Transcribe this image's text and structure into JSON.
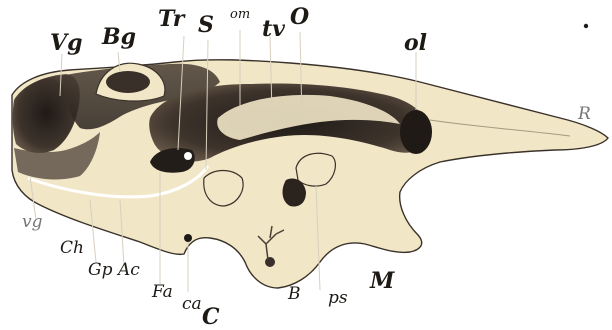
{
  "figure": {
    "labels": {
      "vg": "Vg",
      "bg": "Bg",
      "tr": "Tr",
      "s_top": "S",
      "om": "om",
      "tv": "tv",
      "o": "O",
      "ol": "ol",
      "r": "R",
      "vg_low": "vg",
      "ch": "Ch",
      "gp": "Gp",
      "ac": "Ac",
      "fa": "Fa",
      "ca": "ca",
      "c": "C",
      "b": "B",
      "ps": "ps",
      "m": "M"
    },
    "colors": {
      "cartilage": "#f1e6c6",
      "bone_dark": "#2c2520",
      "bone_mid": "#5a4c40",
      "outline": "#3a322a",
      "line": "#d8d0be"
    }
  }
}
